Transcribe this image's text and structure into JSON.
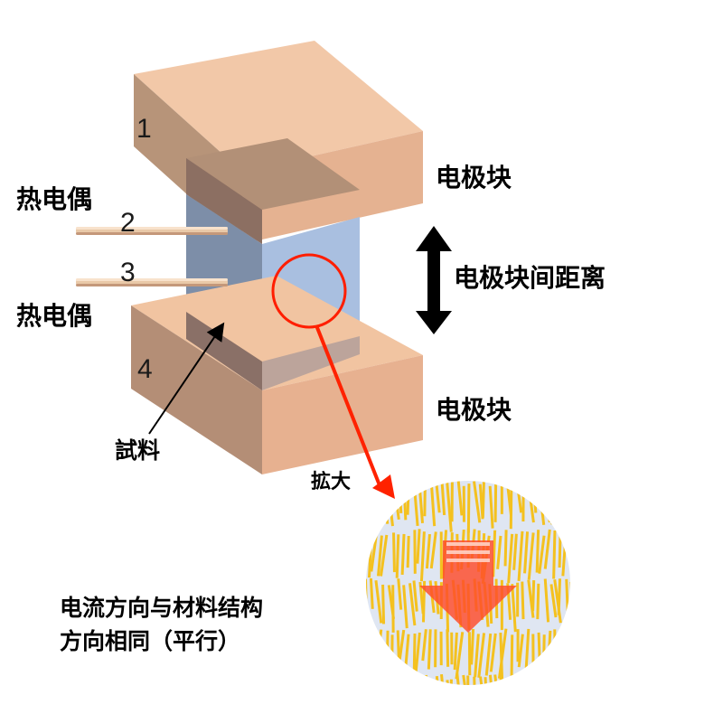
{
  "labels": {
    "electrode_block_top": "电极块",
    "electrode_block_bottom": "电极块",
    "electrode_distance": "电极块间距离",
    "thermocouple_top": "热电偶",
    "thermocouple_bottom": "热电偶",
    "sample": "試料",
    "magnify": "拡大",
    "note_line1": "电流方向与材料结构",
    "note_line2": "方向相同（平行）"
  },
  "numbers": {
    "top_block": "1",
    "thermocouple_upper": "2",
    "thermocouple_lower": "3",
    "bottom_block": "4"
  },
  "colors": {
    "block_top_face": "#f2c4a2",
    "block_side": "#b8937a",
    "block_front": "#e6b593",
    "sample_blue": "#a8bedf",
    "sample_shadow": "#7d6e75",
    "highlight_red": "#ff2200",
    "fiber_gold": "#f4c11f",
    "magnify_bg": "#dfe6f2",
    "arrow_black": "#000000"
  }
}
